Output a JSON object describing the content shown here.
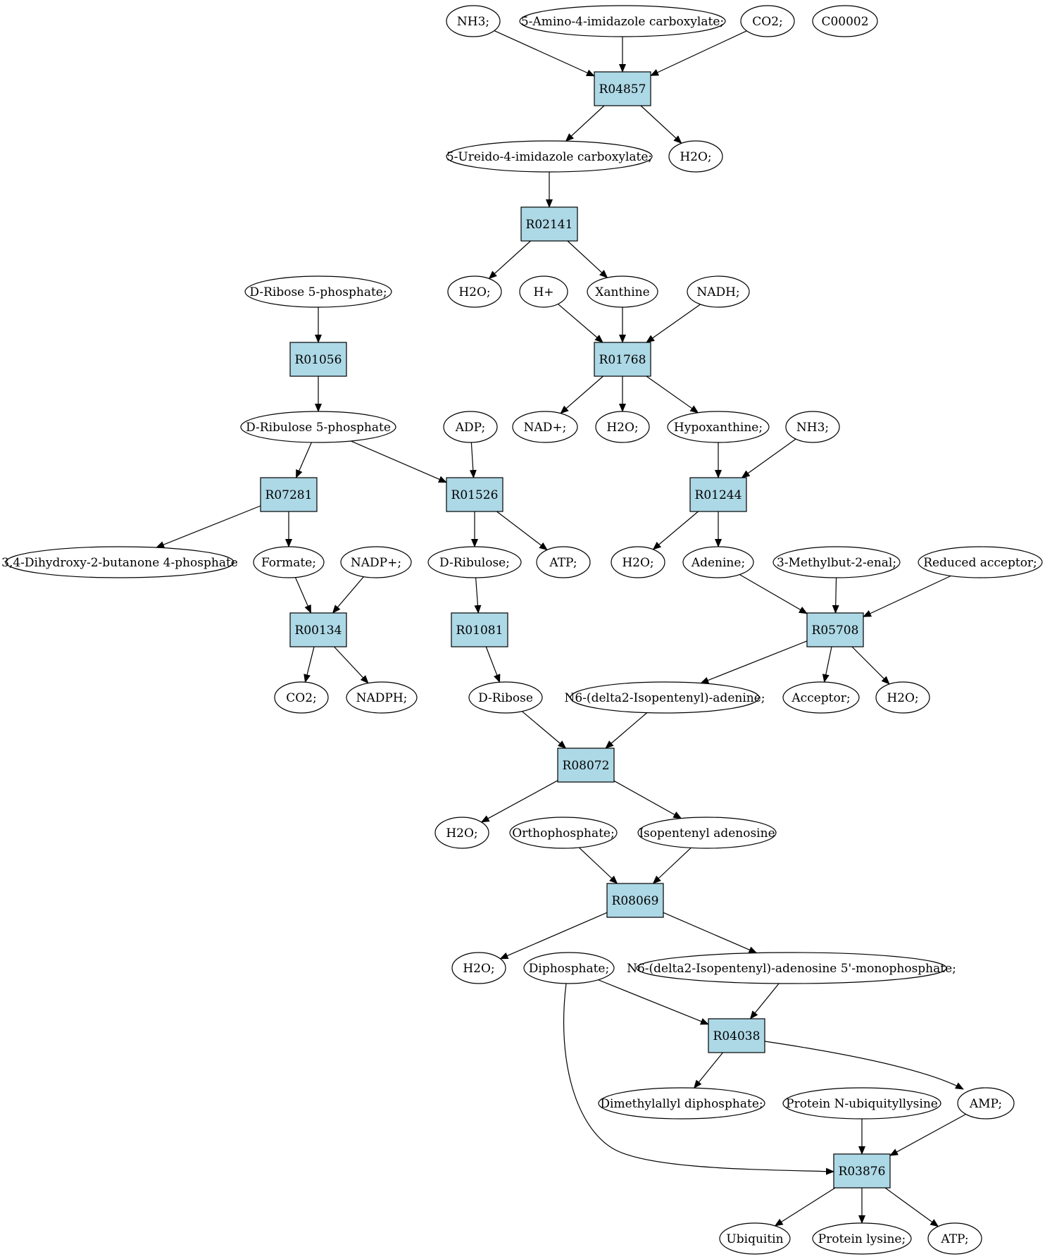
{
  "colors": {
    "reaction_fill": "#add8e6",
    "compound_fill": "#ffffff",
    "source_fill": "#00e000",
    "highlight_fill": "#ffff00",
    "stroke": "#000000"
  },
  "reactions": [
    {
      "id": "R04857",
      "label": "R04857"
    },
    {
      "id": "R02141",
      "label": "R02141"
    },
    {
      "id": "R01768",
      "label": "R01768"
    },
    {
      "id": "R01056",
      "label": "R01056"
    },
    {
      "id": "R07281",
      "label": "R07281"
    },
    {
      "id": "R01526",
      "label": "R01526"
    },
    {
      "id": "R01244",
      "label": "R01244"
    },
    {
      "id": "R00134",
      "label": "R00134"
    },
    {
      "id": "R01081",
      "label": "R01081"
    },
    {
      "id": "R05708",
      "label": "R05708"
    },
    {
      "id": "R08072",
      "label": "R08072"
    },
    {
      "id": "R08069",
      "label": "R08069"
    },
    {
      "id": "R04038",
      "label": "R04038"
    },
    {
      "id": "R03876",
      "label": "R03876"
    }
  ],
  "compounds": [
    {
      "id": "c_nh3_1",
      "label": "NH3;"
    },
    {
      "id": "c_amino",
      "label": "5-Amino-4-imidazole carboxylate;"
    },
    {
      "id": "c_co2_1",
      "label": "CO2;"
    },
    {
      "id": "c_c00002",
      "label": "C00002",
      "fill": "highlight"
    },
    {
      "id": "c_ureido",
      "label": "5-Ureido-4-imidazole carboxylate;"
    },
    {
      "id": "c_h2o_1",
      "label": "H2O;"
    },
    {
      "id": "c_ribose5p",
      "label": "D-Ribose 5-phosphate;",
      "fill": "source"
    },
    {
      "id": "c_h2o_2",
      "label": "H2O;"
    },
    {
      "id": "c_hplus",
      "label": "H+"
    },
    {
      "id": "c_xanthine",
      "label": "Xanthine"
    },
    {
      "id": "c_nadh",
      "label": "NADH;"
    },
    {
      "id": "c_ribulose5p",
      "label": "D-Ribulose 5-phosphate"
    },
    {
      "id": "c_adp",
      "label": "ADP;"
    },
    {
      "id": "c_nadplus",
      "label": "NAD+;"
    },
    {
      "id": "c_h2o_3",
      "label": "H2O;"
    },
    {
      "id": "c_hypox",
      "label": "Hypoxanthine;"
    },
    {
      "id": "c_nh3_2",
      "label": "NH3;"
    },
    {
      "id": "c_dhbp",
      "label": "3,4-Dihydroxy-2-butanone 4-phosphate"
    },
    {
      "id": "c_formate",
      "label": "Formate;"
    },
    {
      "id": "c_nadp",
      "label": "NADP+;"
    },
    {
      "id": "c_dribulose",
      "label": "D-Ribulose;"
    },
    {
      "id": "c_atp_1",
      "label": "ATP;"
    },
    {
      "id": "c_h2o_4",
      "label": "H2O;"
    },
    {
      "id": "c_adenine",
      "label": "Adenine;"
    },
    {
      "id": "c_methylbut",
      "label": "3-Methylbut-2-enal;"
    },
    {
      "id": "c_redacc",
      "label": "Reduced acceptor;"
    },
    {
      "id": "c_co2_2",
      "label": "CO2;"
    },
    {
      "id": "c_nadph",
      "label": "NADPH;"
    },
    {
      "id": "c_dribose",
      "label": "D-Ribose"
    },
    {
      "id": "c_n6adenine",
      "label": "N6-(delta2-Isopentenyl)-adenine;"
    },
    {
      "id": "c_acceptor",
      "label": "Acceptor;"
    },
    {
      "id": "c_h2o_5",
      "label": "H2O;"
    },
    {
      "id": "c_h2o_6",
      "label": "H2O;"
    },
    {
      "id": "c_orthophos",
      "label": "Orthophosphate;"
    },
    {
      "id": "c_isoadenosine",
      "label": "Isopentenyl adenosine"
    },
    {
      "id": "c_h2o_7",
      "label": "H2O;"
    },
    {
      "id": "c_diphos",
      "label": "Diphosphate;"
    },
    {
      "id": "c_n6amp",
      "label": "N6-(delta2-Isopentenyl)-adenosine 5'-monophosphate;"
    },
    {
      "id": "c_dmapp",
      "label": "Dimethylallyl diphosphate;"
    },
    {
      "id": "c_protubi",
      "label": "Protein N-ubiquityllysine"
    },
    {
      "id": "c_amp",
      "label": "AMP;"
    },
    {
      "id": "c_ubiquitin",
      "label": "Ubiquitin"
    },
    {
      "id": "c_protlys",
      "label": "Protein lysine;"
    },
    {
      "id": "c_atp_2",
      "label": "ATP;"
    }
  ],
  "edges": [
    {
      "from": "c_nh3_1",
      "to": "R04857"
    },
    {
      "from": "c_amino",
      "to": "R04857"
    },
    {
      "from": "c_co2_1",
      "to": "R04857"
    },
    {
      "from": "R04857",
      "to": "c_ureido"
    },
    {
      "from": "R04857",
      "to": "c_h2o_1"
    },
    {
      "from": "c_ureido",
      "to": "R02141"
    },
    {
      "from": "R02141",
      "to": "c_h2o_2"
    },
    {
      "from": "R02141",
      "to": "c_xanthine"
    },
    {
      "from": "c_hplus",
      "to": "R01768"
    },
    {
      "from": "c_xanthine",
      "to": "R01768"
    },
    {
      "from": "c_nadh",
      "to": "R01768"
    },
    {
      "from": "R01768",
      "to": "c_nadplus"
    },
    {
      "from": "R01768",
      "to": "c_h2o_3"
    },
    {
      "from": "R01768",
      "to": "c_hypox"
    },
    {
      "from": "c_ribose5p",
      "to": "R01056"
    },
    {
      "from": "R01056",
      "to": "c_ribulose5p"
    },
    {
      "from": "c_ribulose5p",
      "to": "R07281"
    },
    {
      "from": "c_ribulose5p",
      "to": "R01526"
    },
    {
      "from": "c_adp",
      "to": "R01526"
    },
    {
      "from": "c_hypox",
      "to": "R01244"
    },
    {
      "from": "c_nh3_2",
      "to": "R01244"
    },
    {
      "from": "R07281",
      "to": "c_dhbp"
    },
    {
      "from": "R07281",
      "to": "c_formate"
    },
    {
      "from": "R01526",
      "to": "c_dribulose"
    },
    {
      "from": "R01526",
      "to": "c_atp_1"
    },
    {
      "from": "R01244",
      "to": "c_h2o_4"
    },
    {
      "from": "R01244",
      "to": "c_adenine"
    },
    {
      "from": "c_formate",
      "to": "R00134"
    },
    {
      "from": "c_nadp",
      "to": "R00134"
    },
    {
      "from": "c_dribulose",
      "to": "R01081"
    },
    {
      "from": "c_adenine",
      "to": "R05708"
    },
    {
      "from": "c_methylbut",
      "to": "R05708"
    },
    {
      "from": "c_redacc",
      "to": "R05708"
    },
    {
      "from": "R00134",
      "to": "c_co2_2"
    },
    {
      "from": "R00134",
      "to": "c_nadph"
    },
    {
      "from": "R01081",
      "to": "c_dribose"
    },
    {
      "from": "R05708",
      "to": "c_n6adenine"
    },
    {
      "from": "R05708",
      "to": "c_acceptor"
    },
    {
      "from": "R05708",
      "to": "c_h2o_5"
    },
    {
      "from": "c_dribose",
      "to": "R08072"
    },
    {
      "from": "c_n6adenine",
      "to": "R08072"
    },
    {
      "from": "R08072",
      "to": "c_h2o_6"
    },
    {
      "from": "R08072",
      "to": "c_isoadenosine"
    },
    {
      "from": "c_orthophos",
      "to": "R08069"
    },
    {
      "from": "c_isoadenosine",
      "to": "R08069"
    },
    {
      "from": "R08069",
      "to": "c_h2o_7"
    },
    {
      "from": "R08069",
      "to": "c_n6amp"
    },
    {
      "from": "c_diphos",
      "to": "R04038"
    },
    {
      "from": "c_n6amp",
      "to": "R04038"
    },
    {
      "from": "R04038",
      "to": "c_dmapp"
    },
    {
      "from": "R04038",
      "to": "c_amp",
      "curve": true
    },
    {
      "from": "c_diphos",
      "to": "R03876",
      "curve": true
    },
    {
      "from": "c_protubi",
      "to": "R03876"
    },
    {
      "from": "c_amp",
      "to": "R03876"
    },
    {
      "from": "R03876",
      "to": "c_ubiquitin"
    },
    {
      "from": "R03876",
      "to": "c_protlys"
    },
    {
      "from": "R03876",
      "to": "c_atp_2"
    }
  ]
}
